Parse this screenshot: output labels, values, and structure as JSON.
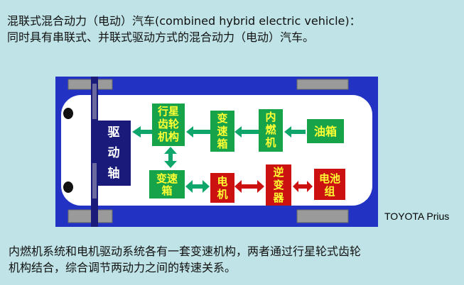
{
  "title": {
    "line1": "混联式混合动力（电动）汽车(combined hybrid electric vehicle)：",
    "line2": "同时具有串联式、并联式驱动方式的混合动力（电动）汽车。"
  },
  "footer": {
    "line1": "内燃机系统和电机驱动系统各有一套变速机构，两者通过行星轮式齿轮",
    "line2": "机构结合，综合调节两动力之间的转速关系。"
  },
  "car_label": "TOYOTA Prius",
  "components": {
    "drive_axle": [
      "驱",
      "动",
      "轴"
    ],
    "planetary": [
      "行星",
      "齿轮",
      "机构"
    ],
    "transmission_top": [
      "变",
      "速",
      "箱"
    ],
    "engine": [
      "内",
      "燃",
      "机"
    ],
    "fuel_tank": [
      "油箱"
    ],
    "transmission_bottom": [
      "变速",
      "箱"
    ],
    "motor": [
      "电",
      "机"
    ],
    "inverter": [
      "逆",
      "变",
      "器"
    ],
    "battery": [
      "电池",
      "组"
    ]
  },
  "colors": {
    "frame_fill": "#2233c4",
    "cabin_fill": "#ffffff",
    "green_box": "#17a34a",
    "red_box": "#cc1111",
    "yellow_text": "#ffff33",
    "drive_box": "#1a1a7a",
    "green_arrow": "#0fa66b",
    "red_arrow": "#cc1111",
    "wheel": "#9a9a9a"
  }
}
